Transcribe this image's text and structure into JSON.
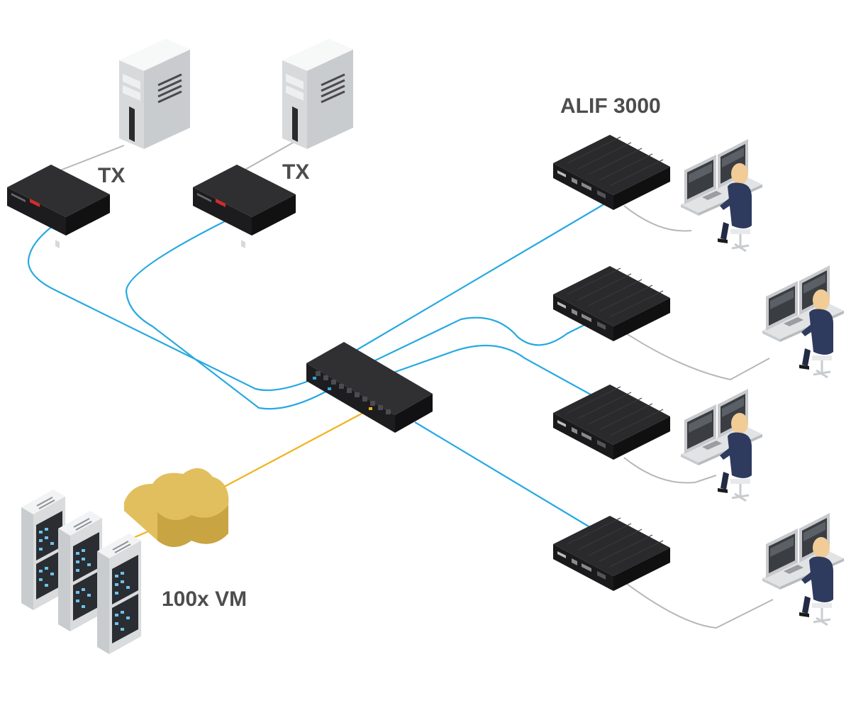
{
  "diagram": {
    "labels": {
      "tx_left": "TX",
      "tx_right": "TX",
      "receiver": "ALIF 3000",
      "vm": "100x VM"
    },
    "colors": {
      "background": "#ffffff",
      "fiber_link": "#27a9e1",
      "vm_link": "#f0b21b",
      "copper_link": "#b7b7b7",
      "cloud": "#e2bf5e",
      "device_body": "#1f1f21",
      "server_light": "#e6e7e9",
      "label_text": "#4d4d4f"
    },
    "icons": [
      "pc-tower-icon",
      "tx-unit-icon",
      "network-switch-icon",
      "cloud-icon",
      "vm-server-rack-icon",
      "alif-receiver-icon",
      "operator-workstation-icon"
    ]
  }
}
